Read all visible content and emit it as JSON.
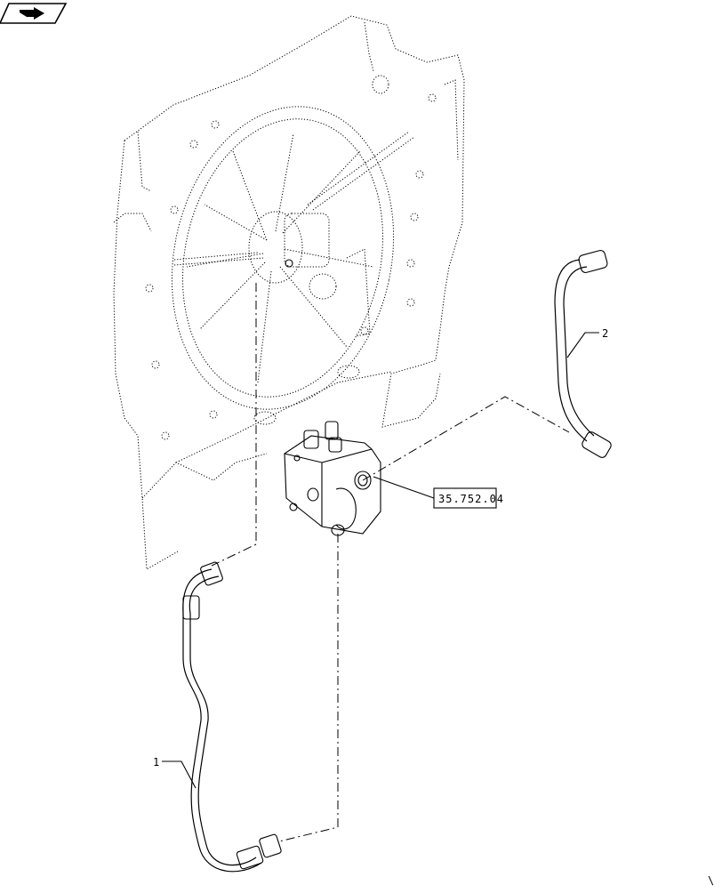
{
  "toolbar": {
    "nav_icon": "page-forward-arrow-icon"
  },
  "callouts": [
    {
      "label": "1"
    },
    {
      "label": "2"
    }
  ],
  "reference": {
    "label": "35.752.04"
  },
  "footnote": {
    "mark": "\\"
  }
}
